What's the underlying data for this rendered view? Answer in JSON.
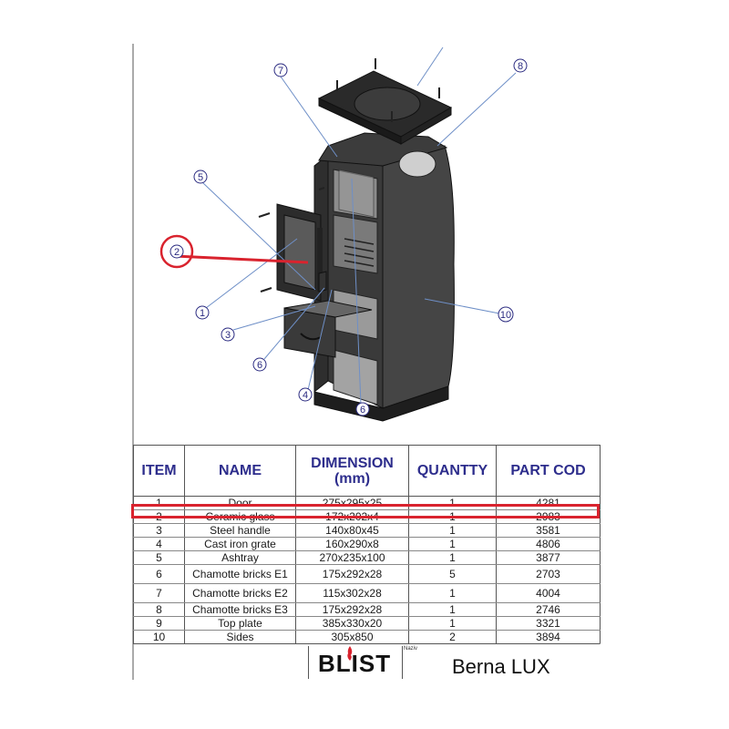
{
  "diagram": {
    "callouts": [
      "7",
      "8",
      "5",
      "2",
      "1",
      "3",
      "6",
      "4",
      "6",
      "10"
    ],
    "highlight_color": "#d9232e",
    "label_color": "#2d2d8c"
  },
  "table": {
    "headers": [
      "ITEM",
      "NAME",
      "DIMENSION\n(mm)",
      "QUANTTY",
      "PART COD"
    ],
    "rows": [
      [
        "1",
        "Door",
        "275x295x25",
        "1",
        "4281"
      ],
      [
        "2",
        "Ceramic glass",
        "172x202x4",
        "1",
        "2983"
      ],
      [
        "3",
        "Steel handle",
        "140x80x45",
        "1",
        "3581"
      ],
      [
        "4",
        "Cast iron grate",
        "160x290x8",
        "1",
        "4806"
      ],
      [
        "5",
        "Ashtray",
        "270x235x100",
        "1",
        "3877"
      ],
      [
        "6",
        "Chamotte bricks E1",
        "175x292x28",
        "5",
        "2703"
      ],
      [
        "7",
        "Chamotte bricks E2",
        "115x302x28",
        "1",
        "4004"
      ],
      [
        "8",
        "Chamotte bricks E3",
        "175x292x28",
        "1",
        "2746"
      ],
      [
        "9",
        "Top plate",
        "385x330x20",
        "1",
        "3321"
      ],
      [
        "10",
        "Sides",
        "305x850",
        "2",
        "3894"
      ]
    ]
  },
  "title_block": {
    "logo": "BLIST",
    "naziv_label": "Naziv",
    "product_name": "Berna LUX"
  }
}
